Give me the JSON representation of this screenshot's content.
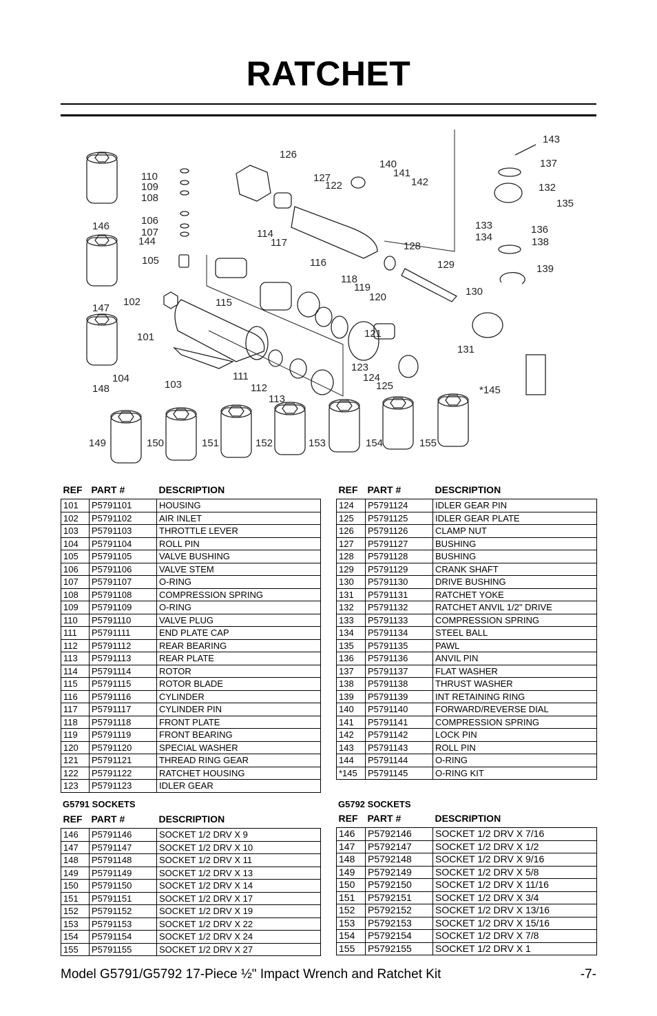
{
  "title": "RATCHET",
  "diagram": {
    "labels": [
      "143",
      "137",
      "126",
      "140",
      "141",
      "142",
      "132",
      "135",
      "110",
      "109",
      "108",
      "127",
      "122",
      "133",
      "136",
      "134",
      "138",
      "106",
      "107",
      "144",
      "146",
      "114",
      "117",
      "128",
      "105",
      "116",
      "129",
      "139",
      "118",
      "119",
      "120",
      "130",
      "102",
      "115",
      "147",
      "101",
      "121",
      "131",
      "123",
      "124",
      "125",
      "*145",
      "104",
      "103",
      "111",
      "112",
      "113",
      "148",
      "149",
      "150",
      "151",
      "152",
      "153",
      "154",
      "155"
    ]
  },
  "headers": {
    "ref": "REF",
    "part": "PART #",
    "desc": "DESCRIPTION"
  },
  "table_left": [
    {
      "ref": "101",
      "part": "P5791101",
      "desc": "HOUSING"
    },
    {
      "ref": "102",
      "part": "P5791102",
      "desc": "AIR INLET"
    },
    {
      "ref": "103",
      "part": "P5791103",
      "desc": "THROTTLE LEVER"
    },
    {
      "ref": "104",
      "part": "P5791104",
      "desc": "ROLL PIN"
    },
    {
      "ref": "105",
      "part": "P5791105",
      "desc": "VALVE BUSHING"
    },
    {
      "ref": "106",
      "part": "P5791106",
      "desc": "VALVE STEM"
    },
    {
      "ref": "107",
      "part": "P5791107",
      "desc": "O-RING"
    },
    {
      "ref": "108",
      "part": "P5791108",
      "desc": "COMPRESSION SPRING"
    },
    {
      "ref": "109",
      "part": "P5791109",
      "desc": "O-RING"
    },
    {
      "ref": "110",
      "part": "P5791110",
      "desc": "VALVE PLUG"
    },
    {
      "ref": "111",
      "part": "P5791111",
      "desc": "END PLATE CAP"
    },
    {
      "ref": "112",
      "part": "P5791112",
      "desc": "REAR BEARING"
    },
    {
      "ref": "113",
      "part": "P5791113",
      "desc": "REAR PLATE"
    },
    {
      "ref": "114",
      "part": "P5791114",
      "desc": "ROTOR"
    },
    {
      "ref": "115",
      "part": "P5791115",
      "desc": "ROTOR BLADE"
    },
    {
      "ref": "116",
      "part": "P5791116",
      "desc": "CYLINDER"
    },
    {
      "ref": "117",
      "part": "P5791117",
      "desc": "CYLINDER PIN"
    },
    {
      "ref": "118",
      "part": "P5791118",
      "desc": "FRONT PLATE"
    },
    {
      "ref": "119",
      "part": "P5791119",
      "desc": "FRONT BEARING"
    },
    {
      "ref": "120",
      "part": "P5791120",
      "desc": "SPECIAL WASHER"
    },
    {
      "ref": "121",
      "part": "P5791121",
      "desc": "THREAD RING GEAR"
    },
    {
      "ref": "122",
      "part": "P5791122",
      "desc": "RATCHET HOUSING"
    },
    {
      "ref": "123",
      "part": "P5791123",
      "desc": "IDLER GEAR"
    }
  ],
  "table_right": [
    {
      "ref": "124",
      "part": "P5791124",
      "desc": "IDLER GEAR PIN"
    },
    {
      "ref": "125",
      "part": "P5791125",
      "desc": "IDLER GEAR PLATE"
    },
    {
      "ref": "126",
      "part": "P5791126",
      "desc": "CLAMP NUT"
    },
    {
      "ref": "127",
      "part": "P5791127",
      "desc": "BUSHING"
    },
    {
      "ref": "128",
      "part": "P5791128",
      "desc": "BUSHING"
    },
    {
      "ref": "129",
      "part": "P5791129",
      "desc": "CRANK SHAFT"
    },
    {
      "ref": "130",
      "part": "P5791130",
      "desc": "DRIVE BUSHING"
    },
    {
      "ref": "131",
      "part": "P5791131",
      "desc": "RATCHET YOKE"
    },
    {
      "ref": "132",
      "part": "P5791132",
      "desc": "RATCHET ANVIL 1/2\" DRIVE"
    },
    {
      "ref": "133",
      "part": "P5791133",
      "desc": "COMPRESSION SPRING"
    },
    {
      "ref": "134",
      "part": "P5791134",
      "desc": "STEEL BALL"
    },
    {
      "ref": "135",
      "part": "P5791135",
      "desc": "PAWL"
    },
    {
      "ref": "136",
      "part": "P5791136",
      "desc": "ANVIL PIN"
    },
    {
      "ref": "137",
      "part": "P5791137",
      "desc": "FLAT WASHER"
    },
    {
      "ref": "138",
      "part": "P5791138",
      "desc": "THRUST WASHER"
    },
    {
      "ref": "139",
      "part": "P5791139",
      "desc": "INT RETAINING RING"
    },
    {
      "ref": "140",
      "part": "P5791140",
      "desc": "FORWARD/REVERSE DIAL"
    },
    {
      "ref": "141",
      "part": "P5791141",
      "desc": "COMPRESSION SPRING"
    },
    {
      "ref": "142",
      "part": "P5791142",
      "desc": "LOCK PIN"
    },
    {
      "ref": "143",
      "part": "P5791143",
      "desc": "ROLL PIN"
    },
    {
      "ref": "144",
      "part": "P5791144",
      "desc": "O-RING"
    },
    {
      "ref": "*145",
      "part": "P5791145",
      "desc": "O-RING KIT"
    }
  ],
  "sockets_left_title": "G5791 SOCKETS",
  "sockets_left": [
    {
      "ref": "146",
      "part": "P5791146",
      "desc": "SOCKET 1/2 DRV X 9"
    },
    {
      "ref": "147",
      "part": "P5791147",
      "desc": "SOCKET 1/2 DRV X 10"
    },
    {
      "ref": "148",
      "part": "P5791148",
      "desc": "SOCKET 1/2 DRV X 11"
    },
    {
      "ref": "149",
      "part": "P5791149",
      "desc": "SOCKET 1/2 DRV X 13"
    },
    {
      "ref": "150",
      "part": "P5791150",
      "desc": "SOCKET 1/2 DRV X 14"
    },
    {
      "ref": "151",
      "part": "P5791151",
      "desc": "SOCKET 1/2 DRV X 17"
    },
    {
      "ref": "152",
      "part": "P5791152",
      "desc": "SOCKET 1/2 DRV X 19"
    },
    {
      "ref": "153",
      "part": "P5791153",
      "desc": "SOCKET 1/2 DRV X 22"
    },
    {
      "ref": "154",
      "part": "P5791154",
      "desc": "SOCKET 1/2 DRV X 24"
    },
    {
      "ref": "155",
      "part": "P5791155",
      "desc": "SOCKET 1/2 DRV X 27"
    }
  ],
  "sockets_right_title": "G5792 SOCKETS",
  "sockets_right": [
    {
      "ref": "146",
      "part": "P5792146",
      "desc": "SOCKET 1/2 DRV X 7/16"
    },
    {
      "ref": "147",
      "part": "P5792147",
      "desc": "SOCKET 1/2 DRV X 1/2"
    },
    {
      "ref": "148",
      "part": "P5792148",
      "desc": "SOCKET 1/2 DRV X 9/16"
    },
    {
      "ref": "149",
      "part": "P5792149",
      "desc": "SOCKET 1/2 DRV X 5/8"
    },
    {
      "ref": "150",
      "part": "P5792150",
      "desc": "SOCKET 1/2 DRV X 11/16"
    },
    {
      "ref": "151",
      "part": "P5792151",
      "desc": "SOCKET 1/2 DRV X 3/4"
    },
    {
      "ref": "152",
      "part": "P5792152",
      "desc": "SOCKET 1/2 DRV X 13/16"
    },
    {
      "ref": "153",
      "part": "P5792153",
      "desc": "SOCKET 1/2 DRV X 15/16"
    },
    {
      "ref": "154",
      "part": "P5792154",
      "desc": "SOCKET 1/2 DRV X 7/8"
    },
    {
      "ref": "155",
      "part": "P5792155",
      "desc": "SOCKET 1/2 DRV X 1"
    }
  ],
  "footer": {
    "model": "Model G5791/G5792  17-Piece ½\" Impact Wrench and Ratchet Kit",
    "page": "-7-"
  }
}
